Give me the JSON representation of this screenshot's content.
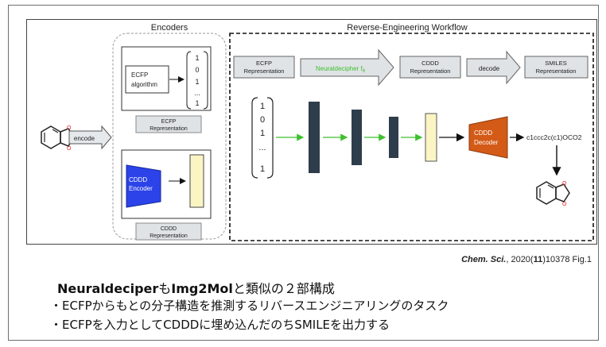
{
  "figure": {
    "encoders_title": "Encoders",
    "workflow_title": "Reverse-Engineering Workflow",
    "encode_label": "encode",
    "ecfp_algorithm": [
      "ECFP",
      "algorithm"
    ],
    "bit_vector": [
      "1",
      "0",
      "1",
      "...",
      "1"
    ],
    "ecfp_representation": [
      "ECFP",
      "Representation"
    ],
    "cddd_encoder": [
      "CDDD",
      "Encoder"
    ],
    "cddd_representation": [
      "CDDD",
      "Representation"
    ],
    "pipeline": {
      "step1": [
        "ECFP",
        "Representation"
      ],
      "step2": "Neuraldecipher f",
      "step2_sub": "θ",
      "step3": [
        "CDDD",
        "Representation"
      ],
      "step4": "decode",
      "step5": [
        "SMILES",
        "Representation"
      ]
    },
    "network_input": [
      "1",
      "0",
      "1",
      "...",
      "1"
    ],
    "cddd_decoder": [
      "CDDD",
      "Decoder"
    ],
    "smiles_output": "c1ccc2c(c1)OCO2",
    "colors": {
      "green_arrow": "#3fbf2f",
      "dark_layer": "#2e3d4b",
      "yellow_box": "#fbf5c4",
      "encoder_blue": "#2b43e8",
      "decoder_orange": "#d35a17",
      "rep_box": "#dfe3e6"
    }
  },
  "citation": {
    "journal": "Chem. Sci.",
    "sep": ", 2020(",
    "volume": "11",
    "rest": ")10378 Fig.1"
  },
  "heading": {
    "part1": "Neuraldeciper",
    "part2": "も",
    "part3": "Img2Mol",
    "part4": "と類似の２部構成"
  },
  "bullets": [
    "・ECFPからもとの分子構造を推測するリバースエンジニアリングのタスク",
    "・ECFPを入力としてCDDDに埋め込んだのちSMILEを出力する"
  ]
}
